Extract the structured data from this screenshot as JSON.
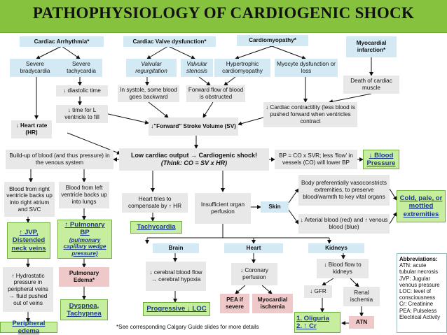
{
  "title": "PATHOPHYSIOLOGY OF CARDIOGENIC SHOCK",
  "footnote": "*See corresponding Calgary Guide slides for more details",
  "colors": {
    "header": "#87c23f",
    "cause": "#d3e9f3",
    "mechanism": "#e8e8e8",
    "sign": "#c7ee9f",
    "complication": "#efc9c9"
  },
  "nodes": {
    "arrhythmia": "Cardiac Arrhythmia*",
    "valve_dysfunction": "Cardiac Valve dysfunction*",
    "cardiomyopathy": "Cardiomyopathy*",
    "mi": "Myocardial infarction*",
    "severe_brady": "Severe bradycardia",
    "severe_tachy": "Severe tachycardia",
    "valv_regurg": "Valvular regurgitation",
    "valv_stenosis": "Valvular stenosis",
    "hcm": "Hypertrophic cardiomyopathy",
    "myocyte_loss": "Myocyte dysfunction or loss",
    "death_muscle": "Death of cardiac muscle",
    "dec_diastolic": "↓ diastolic time",
    "systole_back": "In systole, some blood goes backward",
    "forward_obstructed": "Forward flow of blood is obstructed",
    "time_lv_fill": "↓ time for L ventricle to fill",
    "dec_contractility": "↓ Cardiac contractility (less blood is pushed forward when ventricles contract",
    "dec_hr": "↓ Heart rate (HR)",
    "dec_sv": "↓\"Forward\" Stroke Volume (SV)",
    "venous_buildup": "Build-up of blood (and thus pressure) in the venous system",
    "low_co": "Low cardiac output → Cardiogenic shock!",
    "low_co_think": "(Think: CO = SV x HR)",
    "bp_formula": "BP = CO x SVR; less 'flow' in vessels (CO) will lower BP",
    "dec_bp": "↓ Blood Pressure",
    "rv_backup": "Blood from right ventricle backs up into right atrium and SVC",
    "lv_backup": "Blood from left ventricle backs up into lungs",
    "jvp": "↑ JVP, Distended neck veins",
    "pulm_bp": "↑ Pulmonary BP",
    "pulm_bp_sub": "(pulmonary capillary wedge pressure)",
    "hydrostatic": "↑ Hydrostatic pressure in peripheral veins → fluid pushed out of veins",
    "pulm_edema": "Pulmonary Edema*",
    "dyspnea": "Dyspnea, Tachypnea",
    "peripheral_edema": "Peripheral edema",
    "heart_tries": "Heart tries to compensate by ↑ HR",
    "tachycardia": "Tachycardia",
    "insufficient": "Insufficient organ perfusion",
    "skin": "Skin",
    "vasoconstrict": "Body preferentially vasoconstricts extremities, to preserve blood/warmth to key vital organs",
    "arterial_blood": "↓ Arterial blood (red) and ↑ venous blood (blue)",
    "cold_pale": "Cold, pale, or mottled extremities",
    "brain": "Brain",
    "heart": "Heart",
    "kidneys": "Kidneys",
    "cerebral_flow": "↓ cerebral blood flow → cerebral hypoxia",
    "coronary_perf": "↓ Coronary perfusion",
    "kidney_flow": "↓ Blood flow to kidneys",
    "progressive_loc": "Progressive ↓ LOC",
    "pea": "PEA if severe",
    "myocardial_ischemia": "Myocardial ischemia",
    "gfr": "↓ GFR",
    "renal_ischemia": "Renal ischemia",
    "oliguria": "1.  Oliguria",
    "inc_cr": "2.  ↑ Cr",
    "atn": "ATN"
  },
  "abbreviations": {
    "heading": "Abbreviations:",
    "lines": [
      "ATN: acute tubular necrosis",
      "JVP: Jugular venous pressure",
      "LOC: level of consciousness",
      "Cr: Creatinine",
      "PEA: Pulseless Electrical Activity"
    ]
  }
}
